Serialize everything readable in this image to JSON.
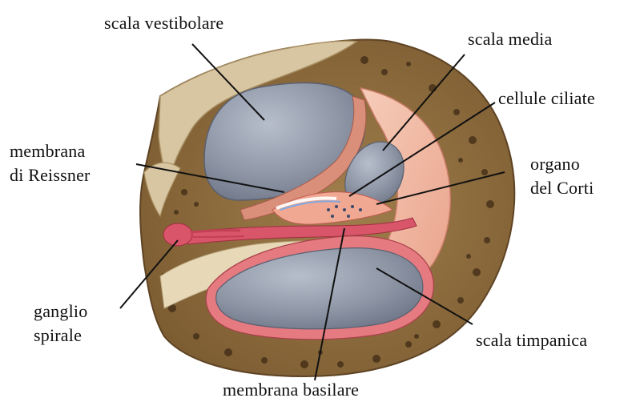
{
  "labels": {
    "scala_vestibolare": "scala vestibolare",
    "scala_media": "scala media",
    "cellule_ciliate": "cellule ciliate",
    "membrana_reissner_line1": "membrana",
    "membrana_reissner_line2": "di Reissner",
    "organo_corti_line1": "organo",
    "organo_corti_line2": "del Corti",
    "ganglio_spirale_line1": "ganglio",
    "ganglio_spirale_line2": "spirale",
    "scala_timpanica": "scala timpanica",
    "membrana_basilare": "membrana basilare"
  },
  "colors": {
    "bone": "#8b6b3e",
    "bone_outer": "#c9b48e",
    "cavity": "#8e96a6",
    "tissue_pink": "#f2b8a4",
    "tissue_red": "#d9556a",
    "leader_line": "#111111"
  }
}
